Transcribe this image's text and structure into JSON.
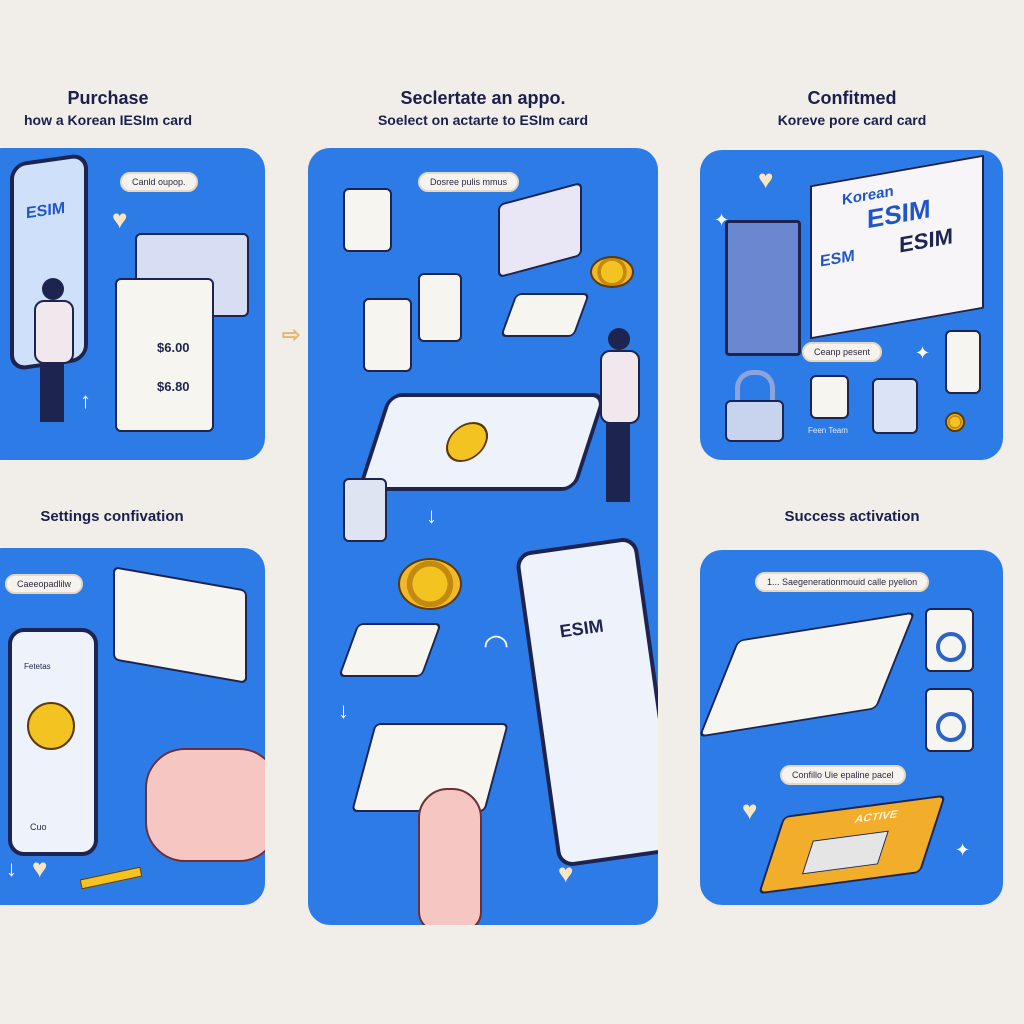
{
  "steps": {
    "purchase": {
      "title": "Purchase",
      "subtitle": "how a Korean IESIm card",
      "pill": "Canld oupop.",
      "phone_label": "ESIM",
      "prices": [
        "$6.00",
        "$6.80"
      ]
    },
    "select": {
      "title": "Seclertate an appo.",
      "subtitle": "Soelect on actarte to ESIm card",
      "pill": "Dosree pulis mmus",
      "phone_label": "ESIM"
    },
    "confirmed": {
      "title": "Confitmed",
      "subtitle": "Koreve pore card card",
      "box_top": "Korean",
      "box_main": "ESIM",
      "box_left": "ESM",
      "box_right": "ESIM",
      "pill": "Ceanp pesent",
      "caption": "Feen Team"
    },
    "settings": {
      "title": "Settings confivation",
      "pill": "Caeeopadlilw",
      "phone_header": "Fetetas",
      "button": "Cuo"
    },
    "success": {
      "title": "Success activation",
      "pill_top": "1... Saegenerationmouid calle pyelion",
      "pill_bottom": "Confillo Uie epaline pacel",
      "badge": "ACTIVE"
    }
  },
  "colors": {
    "background": "#f1eeea",
    "panel_blue": "#2d7be6",
    "accent_gold": "#f0b82a",
    "text_navy": "#1b1f4a"
  }
}
